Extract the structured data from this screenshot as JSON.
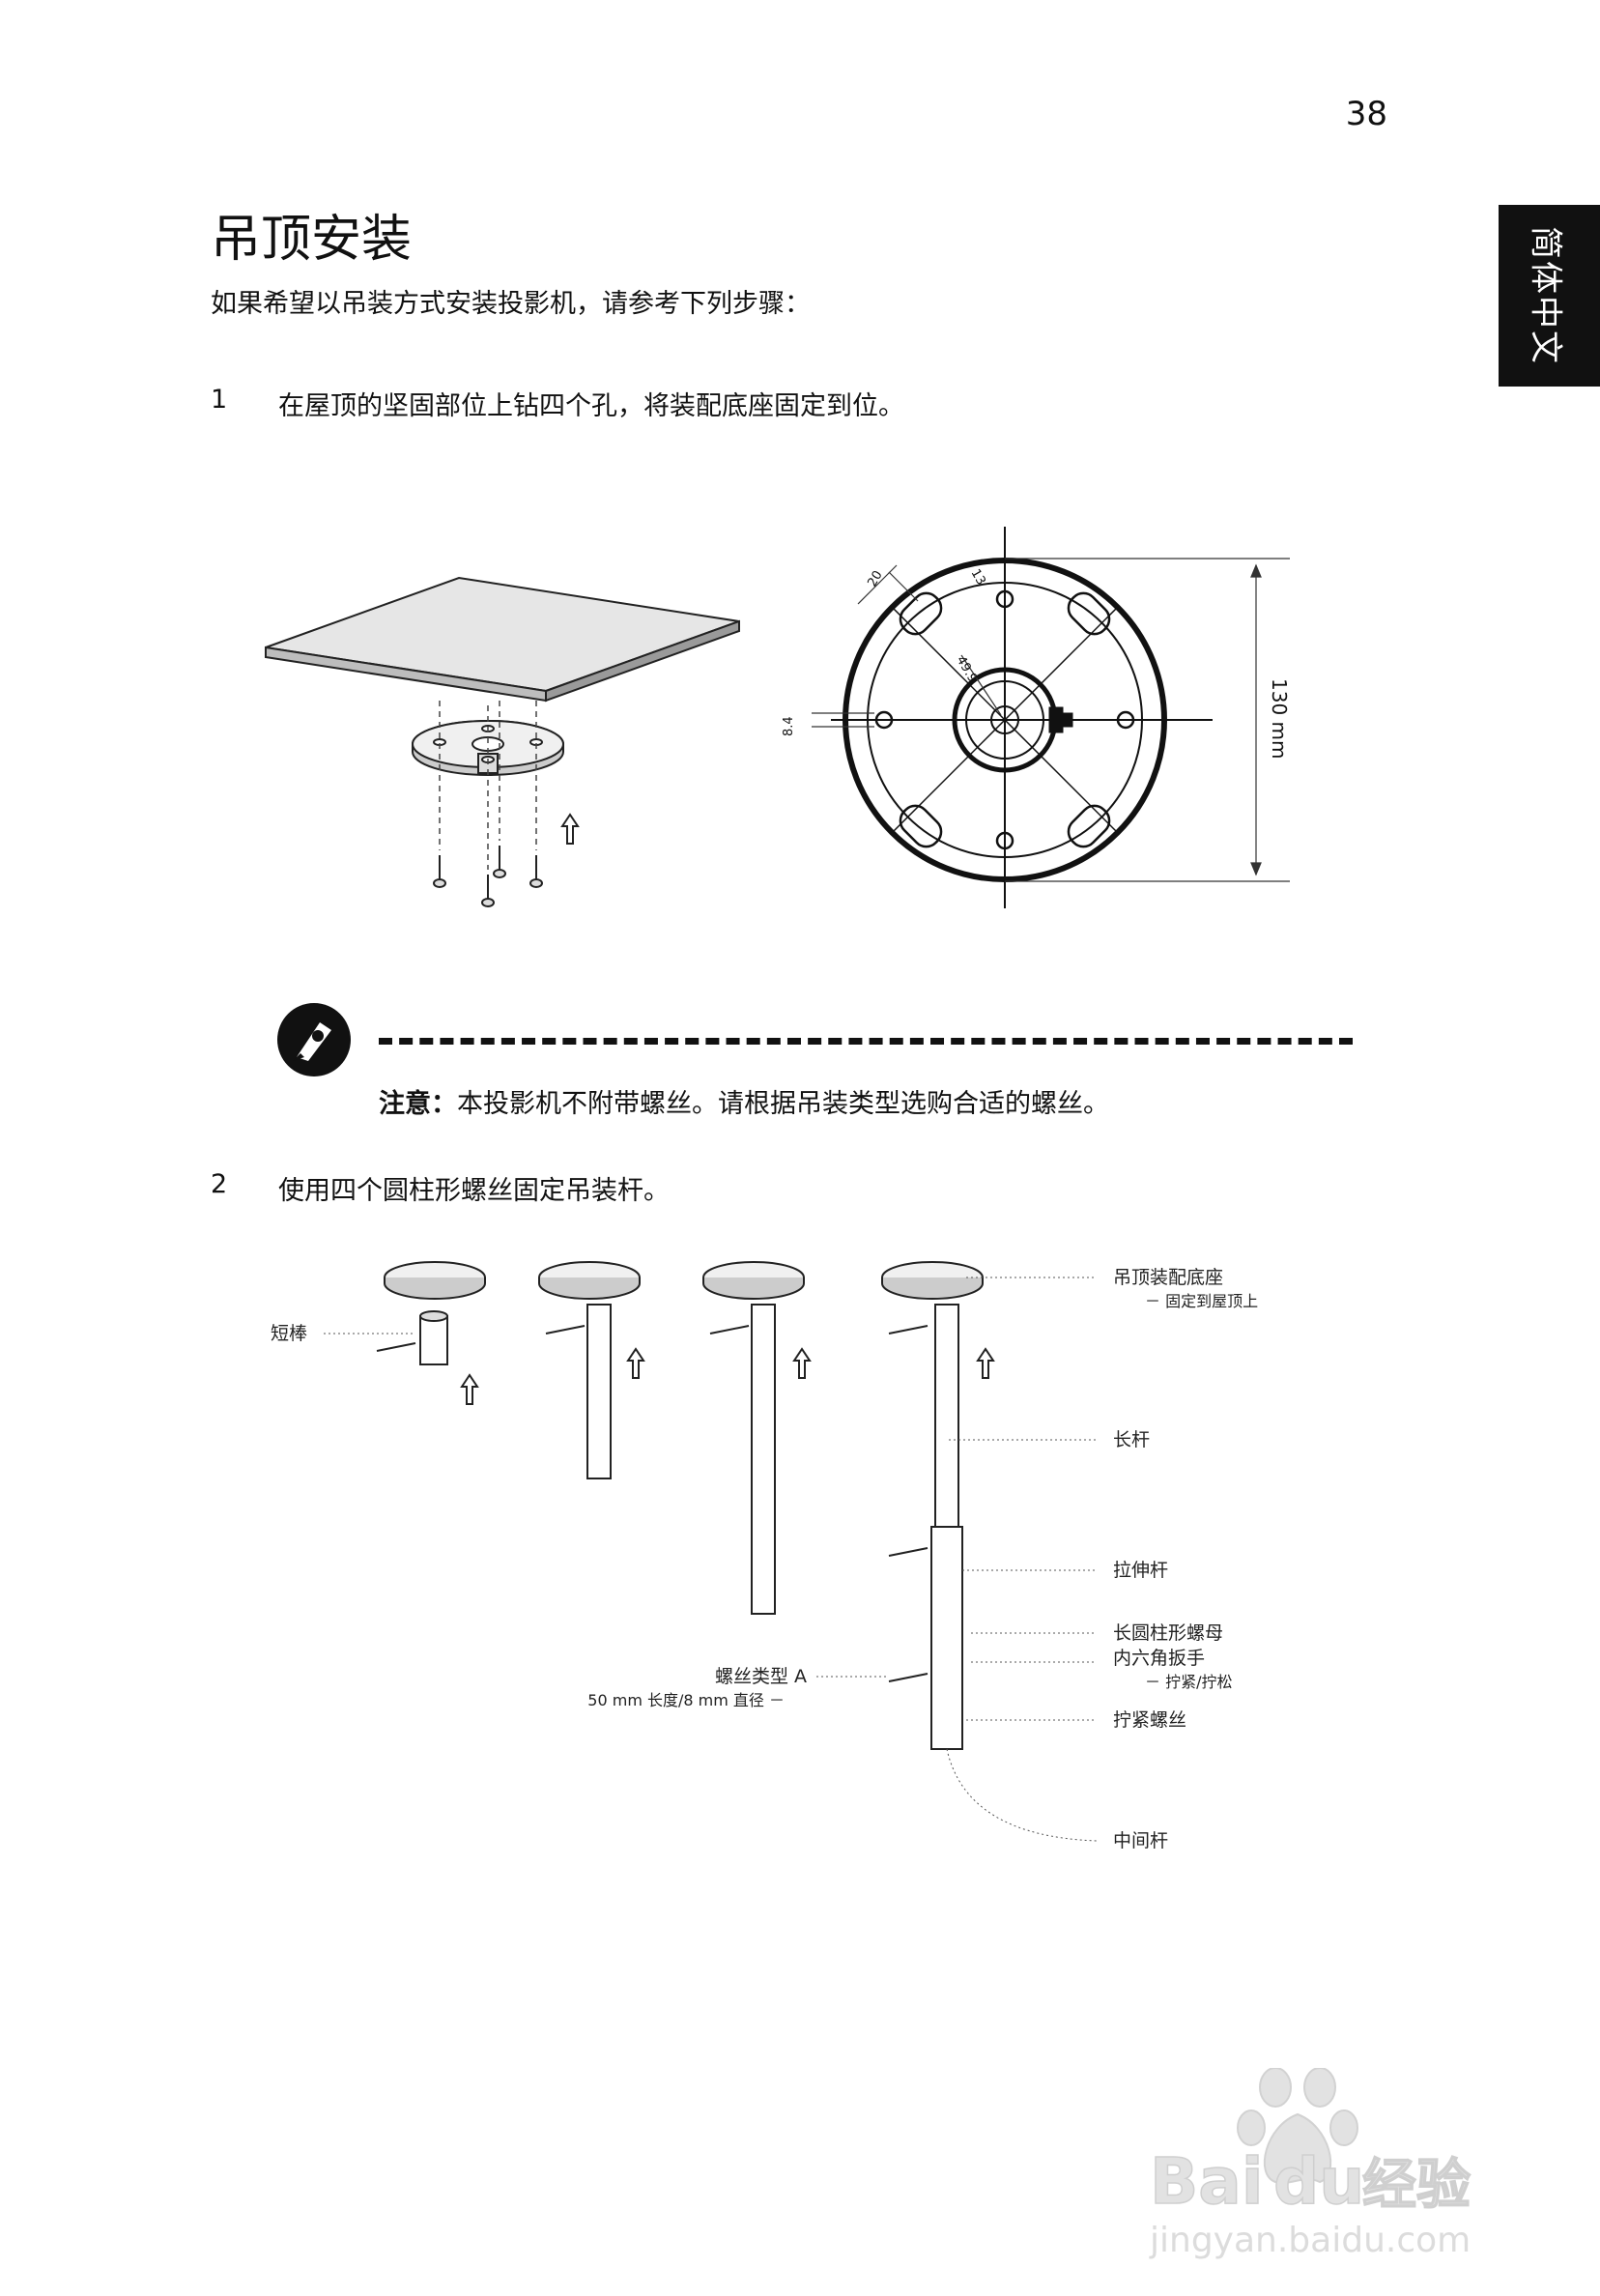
{
  "page_number": "38",
  "side_tab": "简体中文",
  "title": "吊顶安装",
  "intro": "如果希望以吊装方式安装投影机，请参考下列步骤：",
  "steps": [
    {
      "number": "1",
      "text": "在屋顶的坚固部位上钻四个孔，将装配底座固定到位。"
    },
    {
      "number": "2",
      "text": "使用四个圆柱形螺丝固定吊装杆。"
    }
  ],
  "note": {
    "label": "注意：",
    "text": "本投影机不附带螺丝。请根据吊装类型选购合适的螺丝。"
  },
  "figure1": {
    "dim_20": "20",
    "dim_13": "13",
    "dim_49": "49.9",
    "dim_84": "8.4",
    "unit_mm": "mm",
    "dim_130": "130 mm"
  },
  "figure2": {
    "label_short_rod": "短棒",
    "label_base": "吊顶装配底座",
    "label_base_sub": "－ 固定到屋顶上",
    "label_long_rod": "长杆",
    "label_ext_rod": "拉伸杆",
    "label_nut": "长圆柱形螺母",
    "label_hex": "内六角扳手",
    "label_hex_sub": "－ 拧紧/拧松",
    "label_screw": "拧紧螺丝",
    "label_middle": "中间杆",
    "label_type_a": "螺丝类型 A",
    "label_type_a_sub": "50 mm 长度/8 mm 直径 －"
  },
  "watermark": {
    "brand": "Bai",
    "brand2": "du",
    "suffix": "经验",
    "url": "jingyan.baidu.com"
  }
}
